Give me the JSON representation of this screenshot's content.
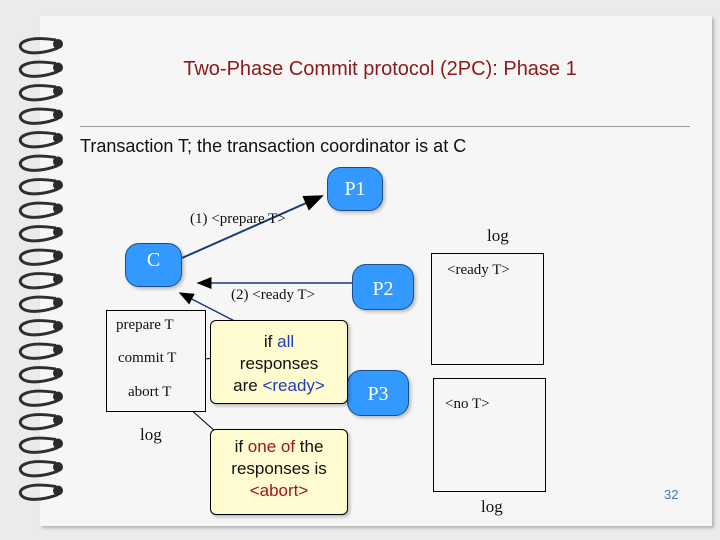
{
  "slide": {
    "title": "Two-Phase Commit protocol (2PC): Phase 1",
    "subtitle": "Transaction T; the transaction coordinator is at C",
    "page_number": "32"
  },
  "nodes": {
    "p1": "P1",
    "c": "C",
    "p2": "P2",
    "p3": "P3"
  },
  "messages": {
    "prepare": "(1) <prepare T>",
    "ready": "(2) <ready T>"
  },
  "coordinator_log": {
    "entries": [
      "prepare T",
      "commit T",
      "abort T"
    ],
    "label": "log"
  },
  "p2_log": {
    "label": "log",
    "entry": "<ready T>"
  },
  "p3_log": {
    "entry": "<no T>",
    "label": "log"
  },
  "bubbles": {
    "all": {
      "prefix": "if ",
      "highlight": "all",
      "line2": "responses",
      "line3_prefix": "are ",
      "line3_highlight": "<ready>"
    },
    "abort": {
      "prefix": "if ",
      "highlight": "one of",
      "suffix": " the",
      "line2": "responses is",
      "line3_highlight": "<abort>"
    }
  },
  "colors": {
    "node_fill": "#3399ff",
    "title": "#8b1a1a",
    "bubble_fill": "#fffbd0",
    "highlight_blue": "#1f3fb0",
    "highlight_red": "#a01818"
  }
}
